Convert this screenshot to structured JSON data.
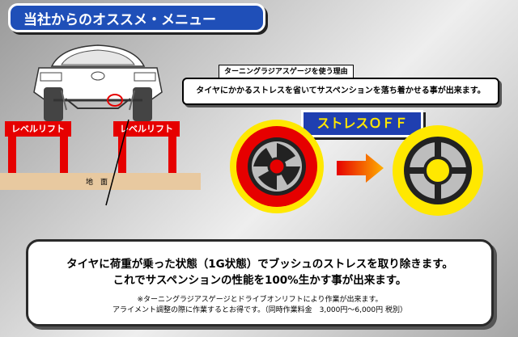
{
  "header": {
    "title": "当社からのオススメ・メニュー"
  },
  "reason": {
    "title": "ターニングラジアスゲージを使う理由",
    "text": "タイヤにかかるストレスを省いてサスペンションを落ち着かせる事が出来ます。"
  },
  "stress_label": "ストレスＯＦＦ",
  "lift": {
    "left_label": "レベルリフト",
    "right_label": "レベルリフト",
    "ground_label": "地　面"
  },
  "footer": {
    "line1": "タイヤに荷重が乗った状態（1G状態）でブッシュのストレスを取り除きます。",
    "line2": "これでサスペンションの性能を100%生かす事が出来ます。",
    "note1": "※ターニングラジアスゲージとドライブオンリフトにより作業が出来ます。",
    "note2": "アライメント調整の際に作業するとお得です。（同時作業料金　3,000円〜6,000円 税別）"
  },
  "colors": {
    "accent_blue": "#1f4fb8",
    "lift_red": "#e60000",
    "yellow": "#ffe800",
    "arrow_orange": "#ff7a00"
  }
}
